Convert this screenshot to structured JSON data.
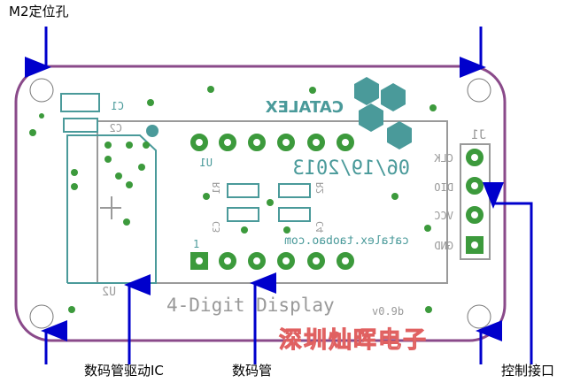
{
  "annotations": {
    "mount_hole": "M2定位孔",
    "driver_ic": "数码管驱动IC",
    "display": "数码管",
    "control_port": "控制接口"
  },
  "silkscreen": {
    "brand": "CATALEX",
    "date": "06/19/2013",
    "url": "catalex.taobao.com",
    "title": "4-Digit Display",
    "version": "v0.9b",
    "header_ref": "J1",
    "ic_ref": "U2",
    "display_ref": "U1",
    "pin_labels": [
      "CLK",
      "DIO",
      "VCC",
      "GND"
    ],
    "part_refs": [
      "C1",
      "C2",
      "R1",
      "C3",
      "R2",
      "C4",
      "1"
    ]
  },
  "watermark": "深圳灿晖电子",
  "colors": {
    "board_outline": "#8a4a8a",
    "silkscreen": "#4a9a9a",
    "copper": "#3c9a3c",
    "arrow": "#0000cc",
    "watermark": "#e06060"
  }
}
